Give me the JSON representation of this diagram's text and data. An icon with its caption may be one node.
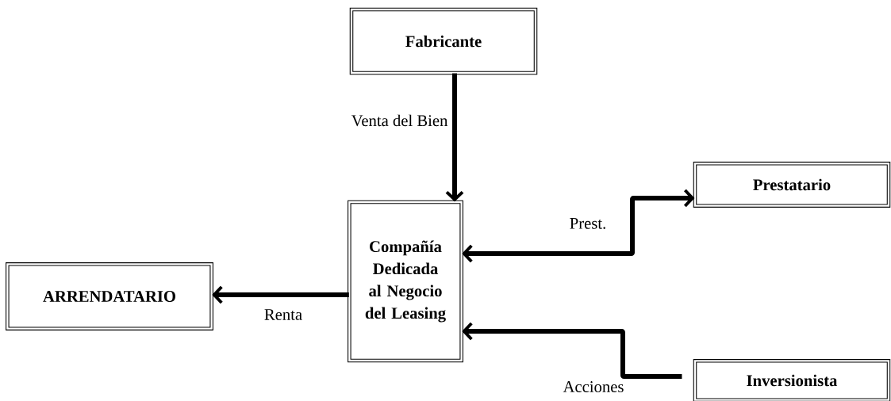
{
  "diagram": {
    "nodes": [
      {
        "text": [
          "Fabricante"
        ]
      },
      {
        "text": [
          "Compañía Dedicada al Negocio del Leasing"
        ]
      },
      {
        "text": [
          "Prestatario"
        ]
      },
      {
        "text": [
          "ARRENDATARIO"
        ]
      },
      {
        "text": [
          "Inversionista"
        ]
      }
    ],
    "edges": [
      {
        "from": 0,
        "to": 1,
        "arrow": "to",
        "label": "Venta del Bien"
      },
      {
        "from": 1,
        "to": 3,
        "arrow": "to",
        "label": "Renta"
      },
      {
        "from": 1,
        "to": 2,
        "arrow": "both",
        "label": "Prest."
      },
      {
        "from": 4,
        "to": 1,
        "arrow": "to",
        "label": "Acciones"
      }
    ]
  }
}
